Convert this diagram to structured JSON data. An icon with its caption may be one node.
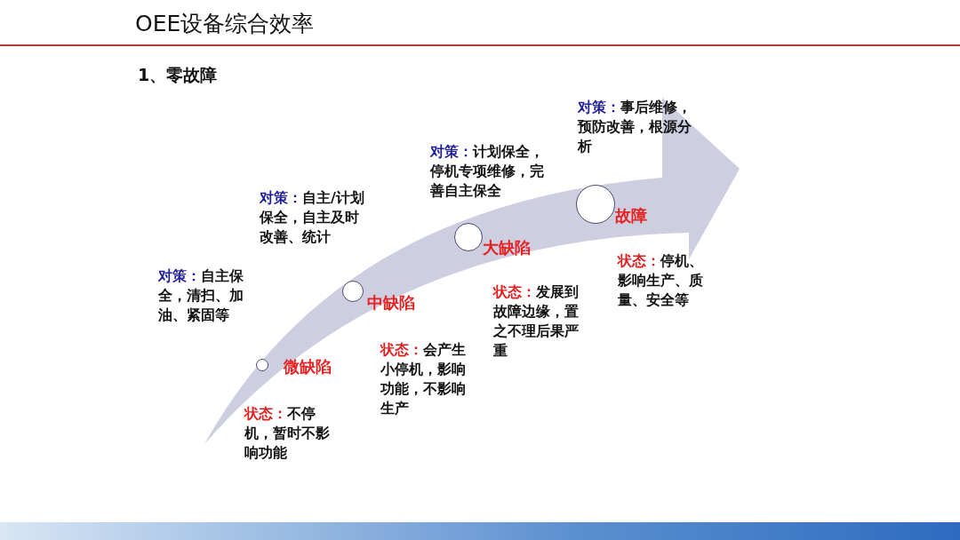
{
  "diagram": {
    "title": "OEE设备综合效率",
    "nodes": [
      {
        "text": [],
        "shape": "circle",
        "beside": [
          "微缺陷"
        ]
      },
      {
        "text": [],
        "shape": "circle",
        "beside": [
          "中缺陷"
        ]
      },
      {
        "text": [],
        "shape": "circle",
        "beside": [
          "大缺陷"
        ]
      },
      {
        "text": [],
        "shape": "circle",
        "beside": [
          "故障"
        ]
      }
    ],
    "labels": [
      "1、零故障",
      "**对策：**事后维修，预防改善，根源分析",
      "**对策：**计划保全，停机专项维修，完善自主保全",
      "**对策：**自主/计划保全，自主及时改善、统计",
      "**状态：**停机、影响生产、质量、安全等",
      "**对策：**自主保全，清扫、加油、紧固等",
      "**状态：**发展到故障边缘，置之不理后果严重",
      "**状态：**会产生小停机，影响功能，不影响生产",
      "**状态：**不停机，暂时不影响功能"
    ]
  }
}
